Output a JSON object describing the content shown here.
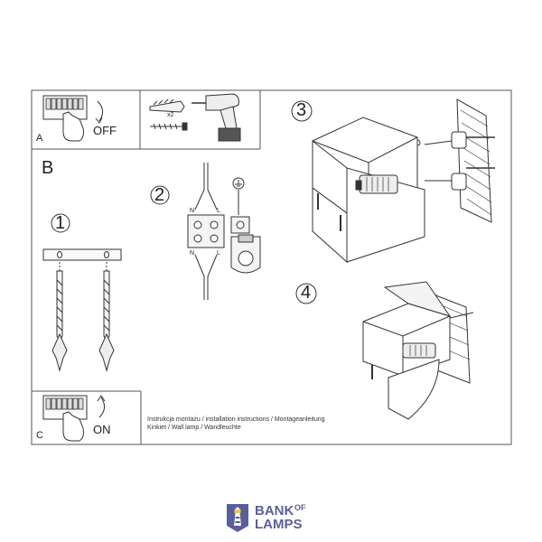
{
  "panels": {
    "a": {
      "corner": "A",
      "action": "OFF"
    },
    "drill": {
      "qty": "x2"
    },
    "b": {
      "corner": "B"
    },
    "c": {
      "corner": "C",
      "action": "ON"
    }
  },
  "steps": [
    "1",
    "2",
    "3",
    "4"
  ],
  "wiring": {
    "n_top": "N",
    "l_top": "L",
    "n_bot": "N",
    "l_bot": "L"
  },
  "instructions": {
    "line1": "Instrukcja montażu / installation instructions / Montageanleitung",
    "line2": "Kinkiet / Wall lamp / Wandleuchte"
  },
  "brand": {
    "word1": "BANK",
    "word2": "OF",
    "word3": "LAMPS",
    "color": "#5b5f97"
  }
}
